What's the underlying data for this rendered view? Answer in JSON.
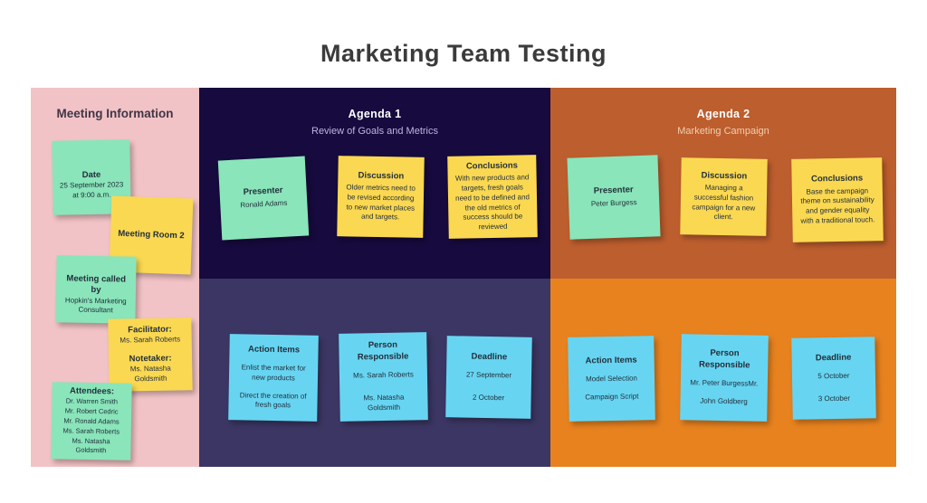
{
  "title": "Marketing Team Testing",
  "colors": {
    "pink_panel": "#f2c3c6",
    "navy_panel": "#170a3e",
    "purple_panel": "#3b3663",
    "rust_panel": "#bd5e2e",
    "orange_panel": "#e7821f",
    "green_note": "#8ae5ba",
    "yellow_note": "#fbd851",
    "blue_note": "#67d5f2"
  },
  "meeting_info": {
    "heading": "Meeting Information",
    "date_note": {
      "title": "Date",
      "line1": "25 September 2023",
      "line2": "at 9:00 a.m."
    },
    "room_note": {
      "title": "Meeting Room 2"
    },
    "called_by_note": {
      "title": "Meeting called by",
      "body": "Hopkin's Marketing Consultant"
    },
    "roles_note": {
      "role1_label": "Facilitator:",
      "role1_name": "Ms. Sarah Roberts",
      "role2_label": "Notetaker:",
      "role2_name": "Ms. Natasha Goldsmith"
    },
    "attendees_note": {
      "title": "Attendees:",
      "names": [
        "Dr. Warren Smith",
        "Mr. Robert Cedric",
        "Mr. Ronald Adams",
        "Ms. Sarah Roberts",
        "Ms. Natasha Goldsmith"
      ]
    }
  },
  "agenda1": {
    "title": "Agenda 1",
    "subtitle": "Review of Goals and Metrics",
    "presenter": {
      "title": "Presenter",
      "body": "Ronald Adams"
    },
    "discussion": {
      "title": "Discussion",
      "body": "Older metrics need to be revised according to new market places and targets."
    },
    "conclusions": {
      "title": "Conclusions",
      "body": "With new products and targets, fresh goals need to be defined and the old metrics of success should be reviewed"
    }
  },
  "agenda1_actions": {
    "action_items": {
      "title": "Action Items",
      "line1": "Enlist the market for new products",
      "line2": "Direct the creation of fresh goals"
    },
    "person": {
      "title": "Person Responsible",
      "line1": "Ms. Sarah Roberts",
      "line2": "Ms. Natasha Goldsmith"
    },
    "deadline": {
      "title": "Deadline",
      "line1": "27 September",
      "line2": "2 October"
    }
  },
  "agenda2": {
    "title": "Agenda 2",
    "subtitle": "Marketing Campaign",
    "presenter": {
      "title": "Presenter",
      "body": "Peter Burgess"
    },
    "discussion": {
      "title": "Discussion",
      "body": "Managing a successful fashion campaign for a new client."
    },
    "conclusions": {
      "title": "Conclusions",
      "body": "Base the campaign theme on sustainability and gender equality with a traditional touch."
    }
  },
  "agenda2_actions": {
    "action_items": {
      "title": "Action Items",
      "line1": "Model Selection",
      "line2": "Campaign Script"
    },
    "person": {
      "title": "Person Responsible",
      "line1": "Mr. Peter BurgessMr.",
      "line2": "John Goldberg"
    },
    "deadline": {
      "title": "Deadline",
      "line1": "5 October",
      "line2": "3 October"
    }
  }
}
